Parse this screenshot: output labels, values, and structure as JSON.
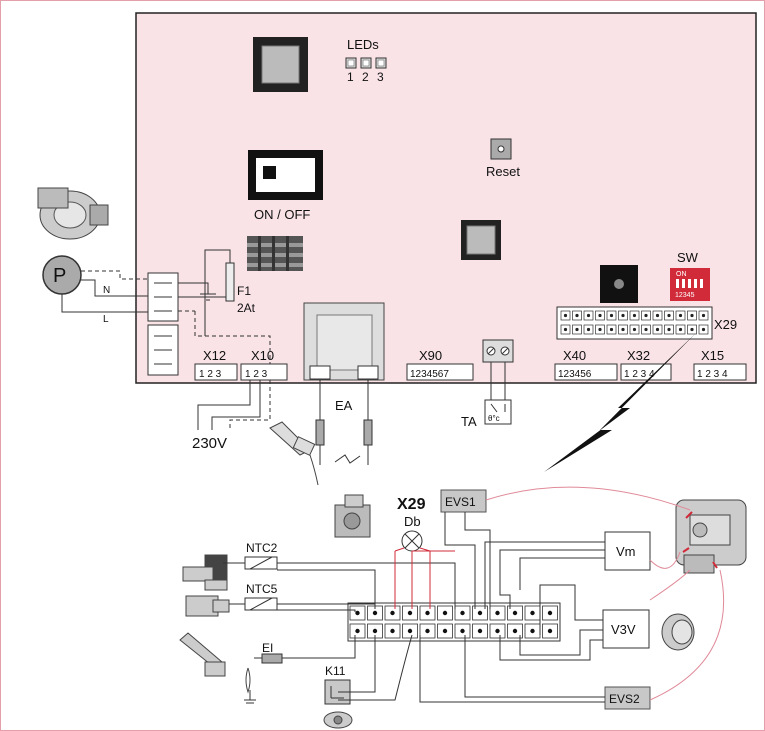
{
  "board": {
    "leds_label": "LEDs",
    "led_numbers": [
      "1",
      "2",
      "3"
    ],
    "reset_label": "Reset",
    "onoff_label": "ON / OFF",
    "fuse_name": "F1",
    "fuse_rating": "2At",
    "sw_label": "SW",
    "sw_on": "ON",
    "sw_numbers": "12345",
    "connectors": {
      "x12": {
        "name": "X12",
        "pins": "1 2 3"
      },
      "x10": {
        "name": "X10",
        "pins": "1 2 3"
      },
      "x90": {
        "name": "X90",
        "pins": "1234567"
      },
      "x40": {
        "name": "X40",
        "pins": "123456"
      },
      "x32": {
        "name": "X32",
        "pins": "1 2 3 4"
      },
      "x15": {
        "name": "X15",
        "pins": "1 2 3 4"
      },
      "x29": {
        "name": "X29"
      }
    }
  },
  "external": {
    "pump_symbol": "P",
    "wire_n": "N",
    "wire_l": "L",
    "mains": "230V",
    "ea_label": "EA",
    "ta_label": "TA",
    "ta_symbol": "θ°c"
  },
  "detail": {
    "x29_title": "X29",
    "db_label": "Db",
    "evs1": "EVS1",
    "evs2": "EVS2",
    "vm": "Vm",
    "v3v": "V3V",
    "ntc2": "NTC2",
    "ntc5": "NTC5",
    "ei": "EI",
    "k11": "K11"
  },
  "colors": {
    "board_fill": "#f9e3e6",
    "accent_red": "#d12b3a",
    "pink_line": "#e08a98",
    "gray_box": "#c8c8c8"
  }
}
